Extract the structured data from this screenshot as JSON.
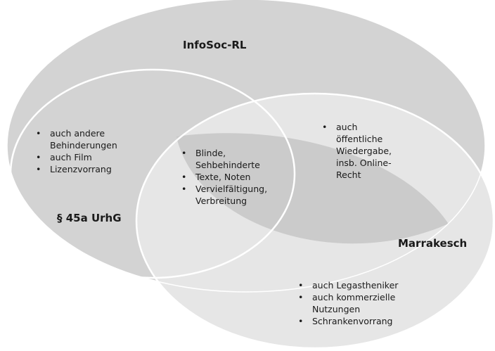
{
  "sets": {
    "infosoc": {
      "title": "InfoSoc-RL",
      "items": [
        "auch öffentliche Wiedergabe, insb. Online-Recht"
      ]
    },
    "urhg": {
      "title": "§ 45a UrhG",
      "items": [
        "auch andere Behinderungen",
        "auch Film",
        "Lizenzvorrang"
      ]
    },
    "marrakesch": {
      "title": "Marrakesch",
      "items": [
        "auch Legastheniker",
        "auch kommerzielle Nutzungen",
        "Schrankenvorrang"
      ]
    },
    "common": {
      "items": [
        "Blinde, Sehbehinderte",
        "Texte, Noten",
        "Vervielfältigung, Verbreitung"
      ]
    }
  },
  "colors": {
    "infosoc_fill": "#d3d3d3",
    "marrakesch_fill": "#e6e6e6",
    "overlap_fill": "#cbcbcb",
    "outline": "#ffffff"
  }
}
